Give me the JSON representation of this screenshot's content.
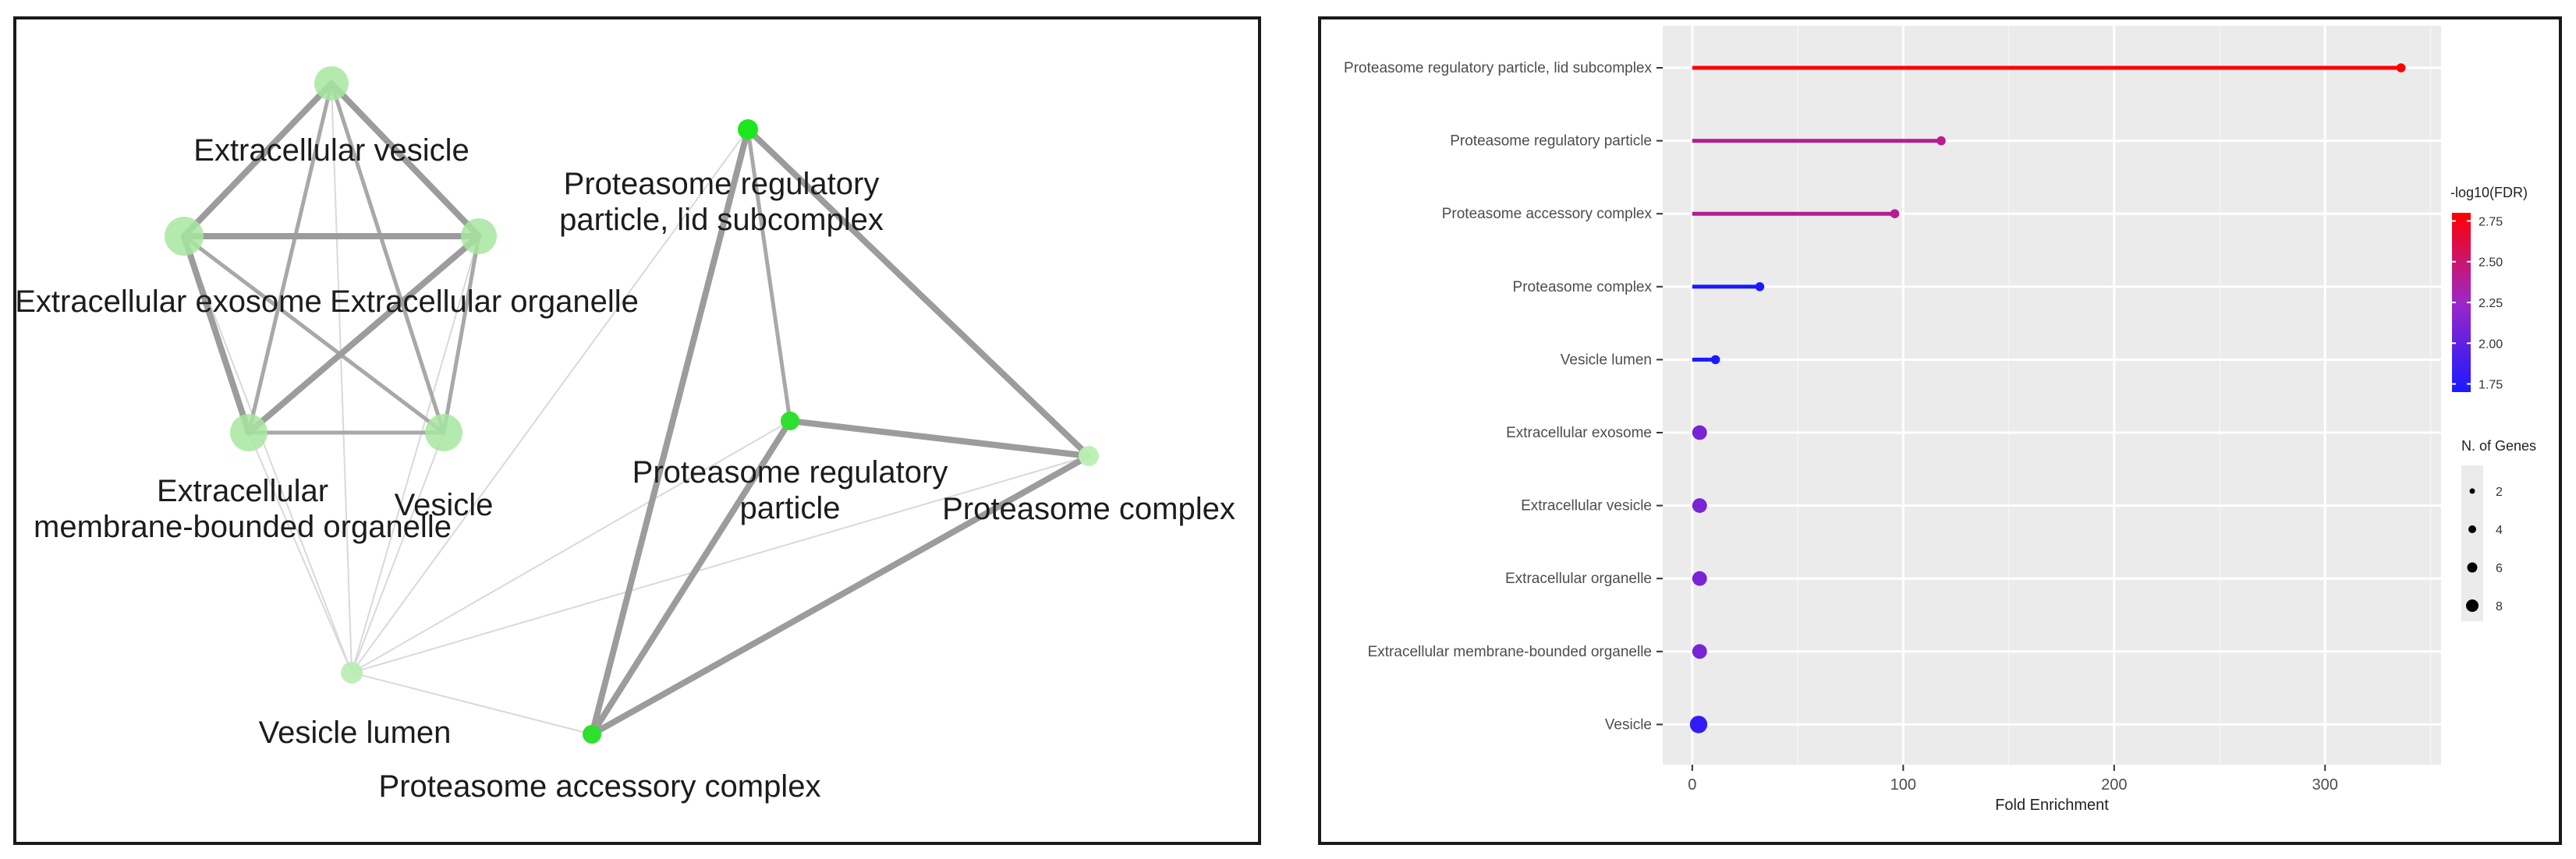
{
  "network": {
    "nodes": [
      {
        "id": "extracellular-vesicle",
        "label_lines": [
          "Extracellular vesicle"
        ]
      },
      {
        "id": "extracellular-exosome",
        "label_lines": [
          "Extracellular exosome"
        ]
      },
      {
        "id": "extracellular-organelle",
        "label_lines": [
          "Extracellular organelle"
        ]
      },
      {
        "id": "extracellular-membrane-bounded-organelle",
        "label_lines": [
          "Extracellular",
          "membrane-bounded organelle"
        ]
      },
      {
        "id": "vesicle",
        "label_lines": [
          "Vesicle"
        ]
      },
      {
        "id": "vesicle-lumen",
        "label_lines": [
          "Vesicle lumen"
        ]
      },
      {
        "id": "proteasome-regulatory-particle-lid",
        "label_lines": [
          "Proteasome regulatory",
          "particle, lid subcomplex"
        ]
      },
      {
        "id": "proteasome-regulatory-particle",
        "label_lines": [
          "Proteasome regulatory",
          "particle"
        ]
      },
      {
        "id": "proteasome-complex",
        "label_lines": [
          "Proteasome complex"
        ]
      },
      {
        "id": "proteasome-accessory-complex",
        "label_lines": [
          "Proteasome accessory complex"
        ]
      }
    ],
    "edges": [
      {
        "source": "extracellular-vesicle",
        "target": "extracellular-exosome",
        "strength": "strong"
      },
      {
        "source": "extracellular-vesicle",
        "target": "extracellular-organelle",
        "strength": "strong"
      },
      {
        "source": "extracellular-vesicle",
        "target": "extracellular-membrane-bounded-organelle",
        "strength": "medium"
      },
      {
        "source": "extracellular-vesicle",
        "target": "vesicle",
        "strength": "medium"
      },
      {
        "source": "extracellular-vesicle",
        "target": "vesicle-lumen",
        "strength": "faint"
      },
      {
        "source": "extracellular-exosome",
        "target": "extracellular-organelle",
        "strength": "strong"
      },
      {
        "source": "extracellular-exosome",
        "target": "extracellular-membrane-bounded-organelle",
        "strength": "strong"
      },
      {
        "source": "extracellular-exosome",
        "target": "vesicle",
        "strength": "medium"
      },
      {
        "source": "extracellular-exosome",
        "target": "vesicle-lumen",
        "strength": "faint"
      },
      {
        "source": "extracellular-organelle",
        "target": "extracellular-membrane-bounded-organelle",
        "strength": "strong"
      },
      {
        "source": "extracellular-organelle",
        "target": "vesicle",
        "strength": "medium"
      },
      {
        "source": "extracellular-organelle",
        "target": "vesicle-lumen",
        "strength": "faint"
      },
      {
        "source": "extracellular-membrane-bounded-organelle",
        "target": "vesicle",
        "strength": "medium"
      },
      {
        "source": "extracellular-membrane-bounded-organelle",
        "target": "vesicle-lumen",
        "strength": "faint"
      },
      {
        "source": "vesicle",
        "target": "vesicle-lumen",
        "strength": "faint"
      },
      {
        "source": "vesicle-lumen",
        "target": "proteasome-regulatory-particle-lid",
        "strength": "faint"
      },
      {
        "source": "vesicle-lumen",
        "target": "proteasome-regulatory-particle",
        "strength": "faint"
      },
      {
        "source": "vesicle-lumen",
        "target": "proteasome-complex",
        "strength": "faint"
      },
      {
        "source": "vesicle-lumen",
        "target": "proteasome-accessory-complex",
        "strength": "faint"
      },
      {
        "source": "proteasome-regulatory-particle-lid",
        "target": "proteasome-regulatory-particle",
        "strength": "medium"
      },
      {
        "source": "proteasome-regulatory-particle-lid",
        "target": "proteasome-complex",
        "strength": "strong"
      },
      {
        "source": "proteasome-regulatory-particle-lid",
        "target": "proteasome-accessory-complex",
        "strength": "strong"
      },
      {
        "source": "proteasome-regulatory-particle",
        "target": "proteasome-complex",
        "strength": "strong"
      },
      {
        "source": "proteasome-regulatory-particle",
        "target": "proteasome-accessory-complex",
        "strength": "strong"
      },
      {
        "source": "proteasome-complex",
        "target": "proteasome-accessory-complex",
        "strength": "strong"
      }
    ]
  },
  "chart_data": {
    "type": "lollipop",
    "xlabel": "Fold Enrichment",
    "xlim": [
      -14,
      355
    ],
    "xticks": [
      0,
      100,
      200,
      300
    ],
    "grid": true,
    "background": "#ebebeb",
    "categories": [
      "Proteasome regulatory particle, lid subcomplex",
      "Proteasome regulatory particle",
      "Proteasome accessory complex",
      "Proteasome complex",
      "Vesicle lumen",
      "Extracellular exosome",
      "Extracellular vesicle",
      "Extracellular organelle",
      "Extracellular membrane-bounded organelle",
      "Vesicle"
    ],
    "fold_enrichment": [
      336,
      118,
      96,
      32,
      11,
      3.5,
      3.5,
      3.5,
      3.5,
      3
    ],
    "neg_log10_fdr": [
      2.8,
      2.4,
      2.4,
      1.7,
      1.7,
      2.1,
      2.1,
      2.1,
      2.1,
      1.8
    ],
    "n_genes": [
      2,
      2,
      2,
      2,
      2,
      6,
      6,
      6,
      6,
      8
    ],
    "color_legend": {
      "title": "-log10(FDR)",
      "range": [
        1.7,
        2.8
      ],
      "ticks": [
        "2.75",
        "2.50",
        "2.25",
        "2.00",
        "1.75"
      ],
      "low_color": "#1a1aff",
      "mid_color": "#9c27c8",
      "high_color": "#ff0000"
    },
    "size_legend": {
      "title": "N. of Genes",
      "values": [
        "2",
        "4",
        "6",
        "8"
      ]
    }
  }
}
